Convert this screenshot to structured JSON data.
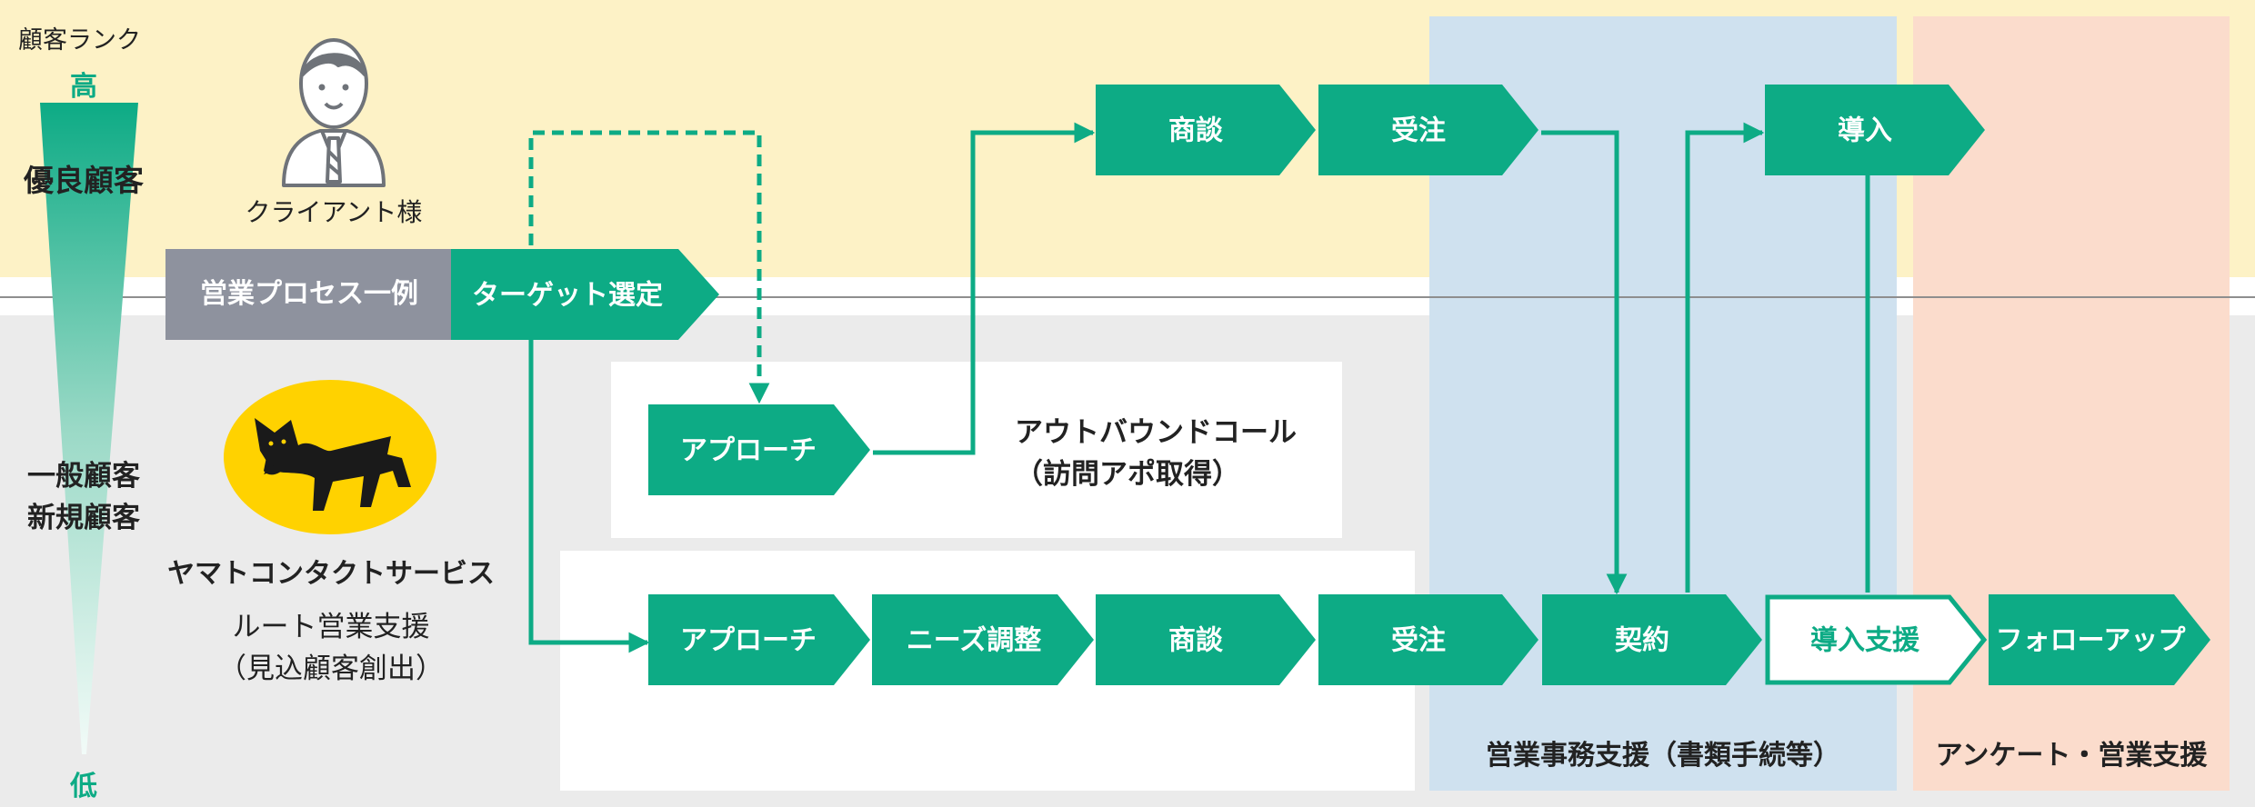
{
  "rank_axis": {
    "title": "顧客ランク",
    "high": "高",
    "low": "低",
    "top_tier": "優良顧客",
    "lower_tier_1": "一般顧客",
    "lower_tier_2": "新規顧客"
  },
  "client": {
    "label": "クライアント様"
  },
  "provider": {
    "name": "ヤマトコンタクトサービス",
    "role_1": "ルート営業支援",
    "role_2": "（見込顧客創出）"
  },
  "process": {
    "example_label": "営業プロセス一例",
    "target_label": "ターゲット選定",
    "client_steps": {
      "negotiation": "商談",
      "order": "受注",
      "introduction": "導入"
    },
    "outbound": {
      "approach": "アプローチ",
      "desc_1": "アウトバウンドコール",
      "desc_2": "（訪問アポ取得）"
    },
    "route_steps": {
      "approach": "アプローチ",
      "needs": "ニーズ調整",
      "negotiation": "商談",
      "order": "受注",
      "contract": "契約",
      "intro_support": "導入支援",
      "follow_up": "フォローアップ"
    }
  },
  "columns": {
    "office_support": "営業事務支援（書類手続等）",
    "survey_support": "アンケート・営業支援"
  },
  "colors": {
    "green": "#0dab85",
    "gray_box": "#8e929e",
    "yellow_band": "#fdf2c6",
    "blue_column": "#cfe1ef",
    "pink_column": "#fbdccc",
    "cat_yellow": "#ffd200"
  }
}
